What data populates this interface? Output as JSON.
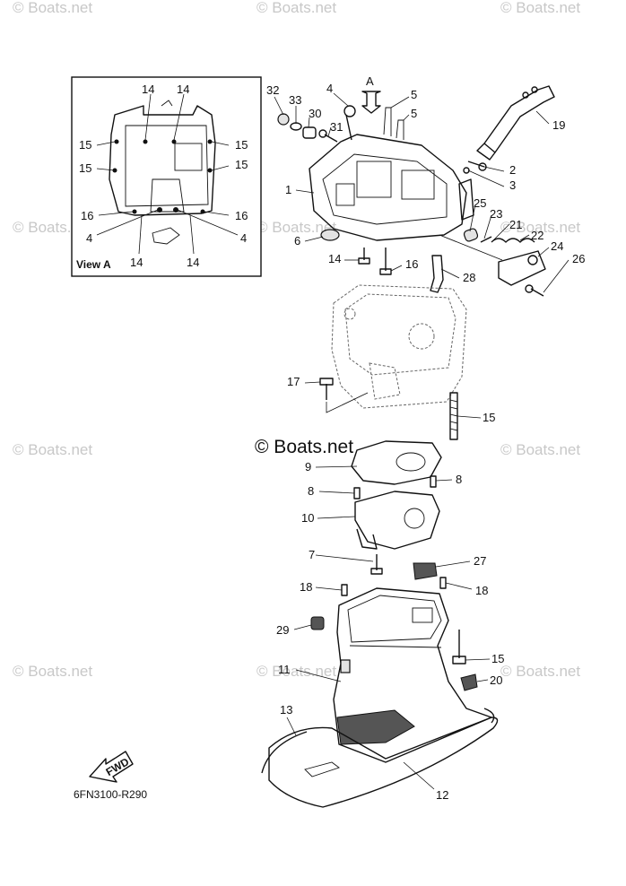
{
  "watermarks": {
    "text": "© Boats.net",
    "main_text": "© Boats.net"
  },
  "view_a": {
    "title": "View A",
    "callouts": [
      "14",
      "14",
      "15",
      "15",
      "15",
      "15",
      "16",
      "16",
      "4",
      "4",
      "14",
      "14"
    ]
  },
  "callouts": [
    "32",
    "33",
    "4",
    "A",
    "5",
    "30",
    "31",
    "5",
    "19",
    "2",
    "3",
    "1",
    "25",
    "23",
    "21",
    "22",
    "24",
    "6",
    "14",
    "16",
    "28",
    "26",
    "17",
    "15",
    "9",
    "8",
    "8",
    "10",
    "7",
    "27",
    "18",
    "18",
    "29",
    "15",
    "11",
    "20",
    "13",
    "12"
  ],
  "fwd_label": "FWD",
  "drawing_number": "6FN3100-R290"
}
